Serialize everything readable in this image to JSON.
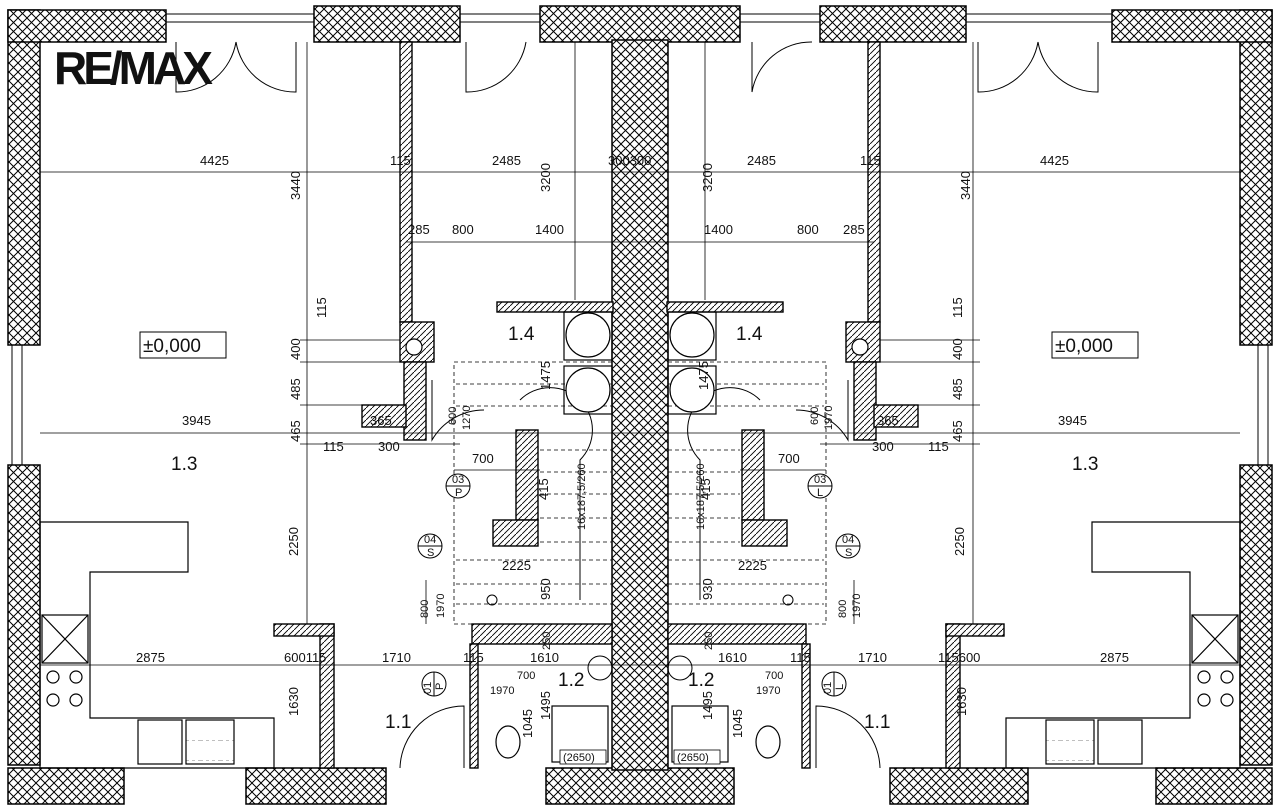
{
  "logo": "RE/MAX",
  "rooms": [
    "1.1",
    "1.2",
    "1.3",
    "1.4"
  ],
  "levels": [
    "±0,000"
  ],
  "markers": {
    "left": [
      {
        "num": "03",
        "letter": "P"
      },
      {
        "num": "04",
        "letter": "S"
      },
      {
        "num": "01",
        "letter": "P"
      }
    ],
    "right": [
      {
        "num": "03",
        "letter": "L"
      },
      {
        "num": "04",
        "letter": "S"
      },
      {
        "num": "01",
        "letter": "L"
      }
    ]
  },
  "dims": {
    "d4425": "4425",
    "d115": "115",
    "d2485": "2485",
    "d3200": "3200",
    "d300300": "300300",
    "d3440": "3440",
    "d285": "285",
    "d800": "800",
    "d1400": "1400",
    "d400": "400",
    "d485": "485",
    "d465": "465",
    "d1475": "1475",
    "d600": "600",
    "d1270": "1270",
    "d1970": "1970",
    "d3945": "3945",
    "d365": "365",
    "d300": "300",
    "d700": "700",
    "d16x": "16x187,5/260",
    "d415": "415",
    "d2250": "2250",
    "d2225": "2225",
    "d950": "950",
    "d930": "930",
    "d2875": "2875",
    "d600115": "600115",
    "d115600": "115600",
    "d1710": "1710",
    "d1610": "1610",
    "d250": "250",
    "d1630": "1630",
    "d1495": "1495",
    "d1045": "1045",
    "d2650": "(2650)",
    "d1045r": "1045"
  }
}
